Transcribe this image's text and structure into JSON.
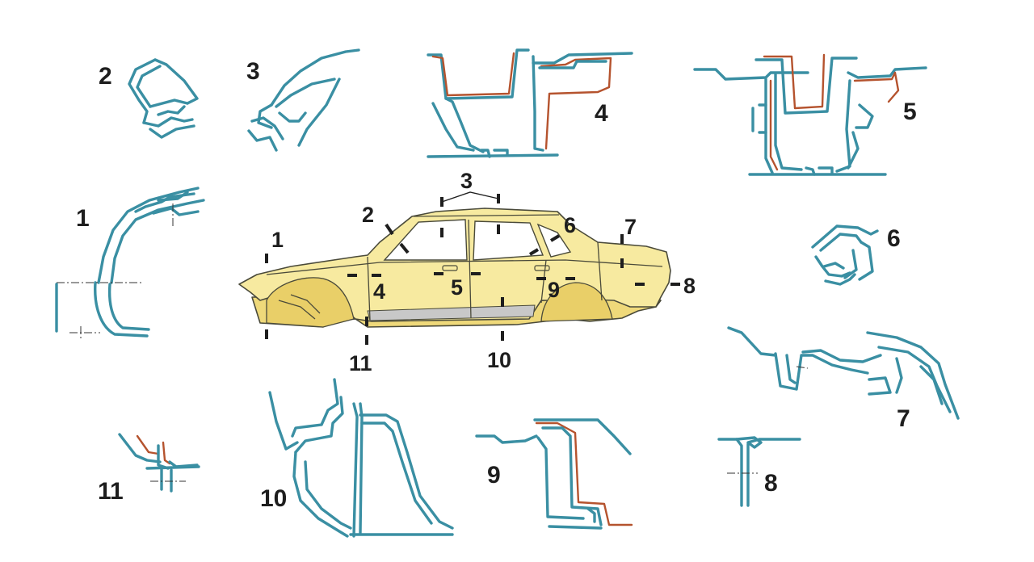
{
  "detail_labels": [
    "1",
    "2",
    "3",
    "4",
    "5",
    "6",
    "7",
    "8",
    "9",
    "10",
    "11"
  ],
  "car_callouts": [
    "1",
    "2",
    "3",
    "4",
    "5",
    "6",
    "7",
    "8",
    "9",
    "10",
    "11"
  ],
  "colors": {
    "profile": "#3a8fa3",
    "reinforcement": "#b5532e",
    "body_fill": "#f7eaa0",
    "body_shade": "#efd97a",
    "sill_stripe": "#c8c8c8",
    "text": "#1e1e1e"
  }
}
